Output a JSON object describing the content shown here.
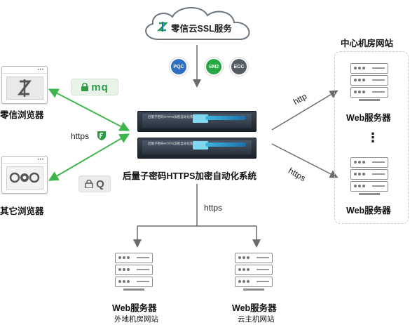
{
  "cloud": {
    "label": "零信云SSL服务"
  },
  "badges": [
    {
      "label": "PQC",
      "color": "#2f6fc2"
    },
    {
      "label": "SM2",
      "color": "#28a745"
    },
    {
      "label": "ECC",
      "color": "#555b63"
    }
  ],
  "system": {
    "label": "后量子密码HTTPS加密自动化系统",
    "brand": "后量子密码HTTPS加密自动化系统"
  },
  "browsers": {
    "zero": {
      "label": "零信浏览器"
    },
    "other": {
      "label": "其它浏览器"
    }
  },
  "tags": {
    "mq": "mq",
    "q": "Q"
  },
  "edges": {
    "https_left": "https",
    "http_right": "http",
    "https_right": "https",
    "https_down": "https"
  },
  "datacenter": {
    "title": "中心机房网站"
  },
  "servers": {
    "dc_top": {
      "label": "Web服务器"
    },
    "dc_bottom": {
      "label": "Web服务器"
    },
    "remote": {
      "label": "Web服务器",
      "sub": "外地机房网站"
    },
    "cloud_host": {
      "label": "Web服务器",
      "sub": "云主机网站"
    }
  },
  "ellipsis": "⋮"
}
